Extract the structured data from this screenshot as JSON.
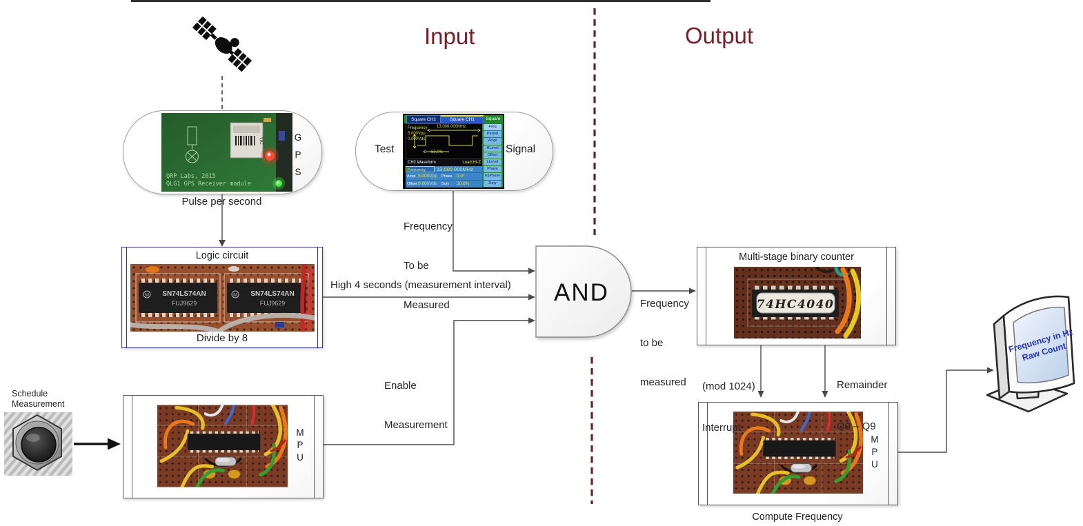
{
  "titles": {
    "input": "Input",
    "output": "Output"
  },
  "gps": {
    "letters": [
      "G",
      "P",
      "S"
    ],
    "caption": "Pulse per second",
    "board_line1": "QRP Labs, 2015",
    "board_line2": "QLG1 GPS Receiver module",
    "module_label": "YIC"
  },
  "logic": {
    "title": "Logic circuit",
    "caption": "Divide by 8",
    "chip_line1": "SN74LS74AN",
    "chip_line2": "FUJ9629"
  },
  "test_signal": {
    "left": "Test",
    "right": "Signal",
    "screen": {
      "tabs": [
        "Square CH2",
        "Square CH1",
        "Square"
      ],
      "wave": {
        "l1": "Frequency",
        "l2": "5.000Vpp",
        "l3": "0.000Vdc",
        "freq": "13.000 000MHz",
        "duty": "50.0%"
      },
      "status_left": "CH2 Waveform",
      "status_right": "Load:HI-Z",
      "table": {
        "r1l": "Frequency",
        "r1v": "13.000 000MHz",
        "r2a": "Ampl",
        "r2av": "5.000Vpp",
        "r2b": "Phase",
        "r2bv": "0.0°",
        "r3a": "Offset",
        "r3av": "0.000Vdc",
        "r3b": "Duty",
        "r3bv": "50.0%"
      },
      "buttons": [
        "Freq",
        "Period",
        "Ampl",
        "HLevel",
        "Offset",
        "LLevel",
        "Phase",
        "EqPhase",
        "Duty"
      ]
    }
  },
  "labels": {
    "freq_in": [
      "Frequency",
      "To be",
      "Measured"
    ],
    "high4": "High 4 seconds (measurement interval)",
    "enable": [
      "Enable",
      "Measurement"
    ],
    "freq_out": [
      "Frequency",
      "to be",
      "measured"
    ]
  },
  "and_gate": {
    "label": "AND"
  },
  "counter": {
    "title": "Multi-stage binary counter",
    "chip_label": "74HC4040",
    "branch_left": [
      "(mod 1024)",
      "Interrupt"
    ],
    "branch_right": [
      "Remainder",
      "Q0 – Q9"
    ]
  },
  "mpu": {
    "letters": [
      "M",
      "P",
      "U"
    ]
  },
  "compute": {
    "caption": "Compute Frequency"
  },
  "monitor": {
    "line1": "Frequency in Hz",
    "line2": "Raw Count"
  },
  "schedule": {
    "line1": "Schedule",
    "line2": "Measurement"
  },
  "colors": {
    "section_title": "#7B1C24",
    "separator": "#6E1F1F",
    "logic_border": "#3333B2",
    "monitor_text": "#2233CC",
    "connector": "#4a4a4a"
  }
}
